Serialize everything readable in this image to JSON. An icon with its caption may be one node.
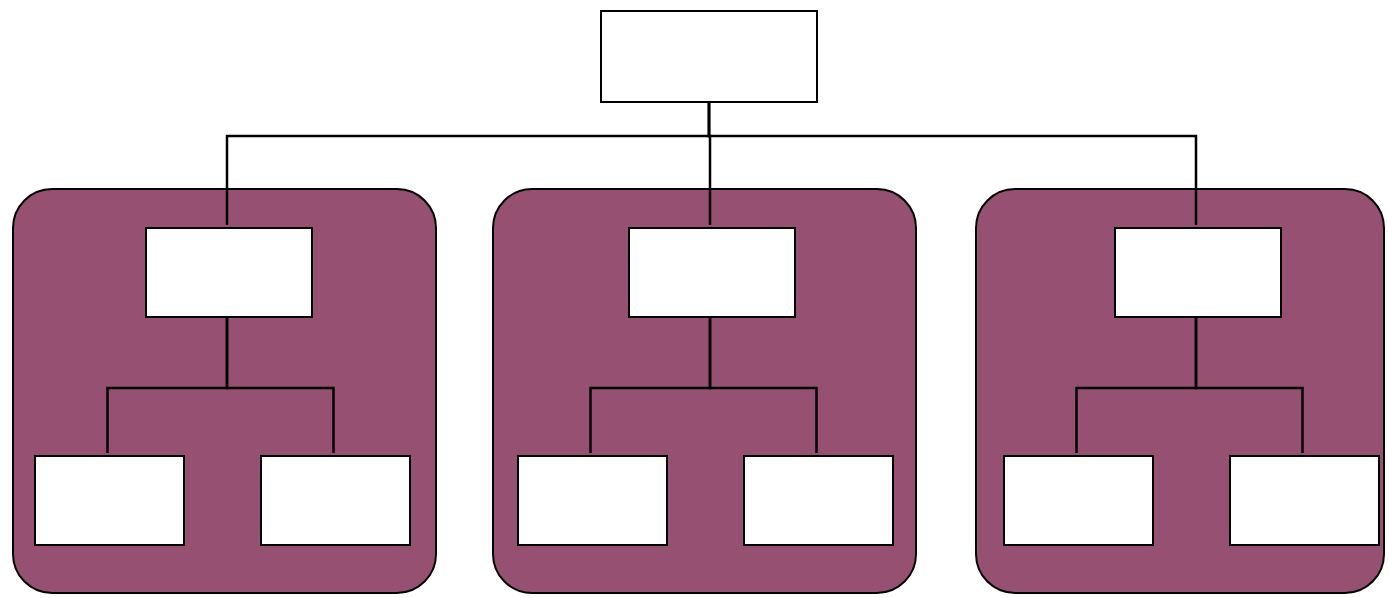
{
  "diagram": {
    "nodes": [
      {
        "text": [],
        "shape": "box"
      },
      {
        "text": [],
        "shape": "box"
      },
      {
        "text": [],
        "shape": "box",
        "in": 1
      },
      {
        "text": [],
        "shape": "box",
        "in": 1
      },
      {
        "text": [],
        "shape": "box",
        "in": 1
      },
      {
        "text": [],
        "shape": "box"
      },
      {
        "text": [],
        "shape": "box",
        "in": 5
      },
      {
        "text": [],
        "shape": "box",
        "in": 5
      },
      {
        "text": [],
        "shape": "box",
        "in": 5
      },
      {
        "text": [],
        "shape": "box"
      },
      {
        "text": [],
        "shape": "box",
        "in": 9
      },
      {
        "text": [],
        "shape": "box",
        "in": 9
      },
      {
        "text": [],
        "shape": "box",
        "in": 9
      }
    ],
    "edges": [
      {
        "from": 0,
        "to": 2,
        "arrow": "none"
      },
      {
        "from": 0,
        "to": 6,
        "arrow": "none"
      },
      {
        "from": 0,
        "to": 10,
        "arrow": "none"
      },
      {
        "from": 2,
        "to": 3,
        "arrow": "none"
      },
      {
        "from": 2,
        "to": 4,
        "arrow": "none"
      },
      {
        "from": 6,
        "to": 7,
        "arrow": "none"
      },
      {
        "from": 6,
        "to": 8,
        "arrow": "none"
      },
      {
        "from": 10,
        "to": 11,
        "arrow": "none"
      },
      {
        "from": 10,
        "to": 12,
        "arrow": "none"
      }
    ]
  }
}
